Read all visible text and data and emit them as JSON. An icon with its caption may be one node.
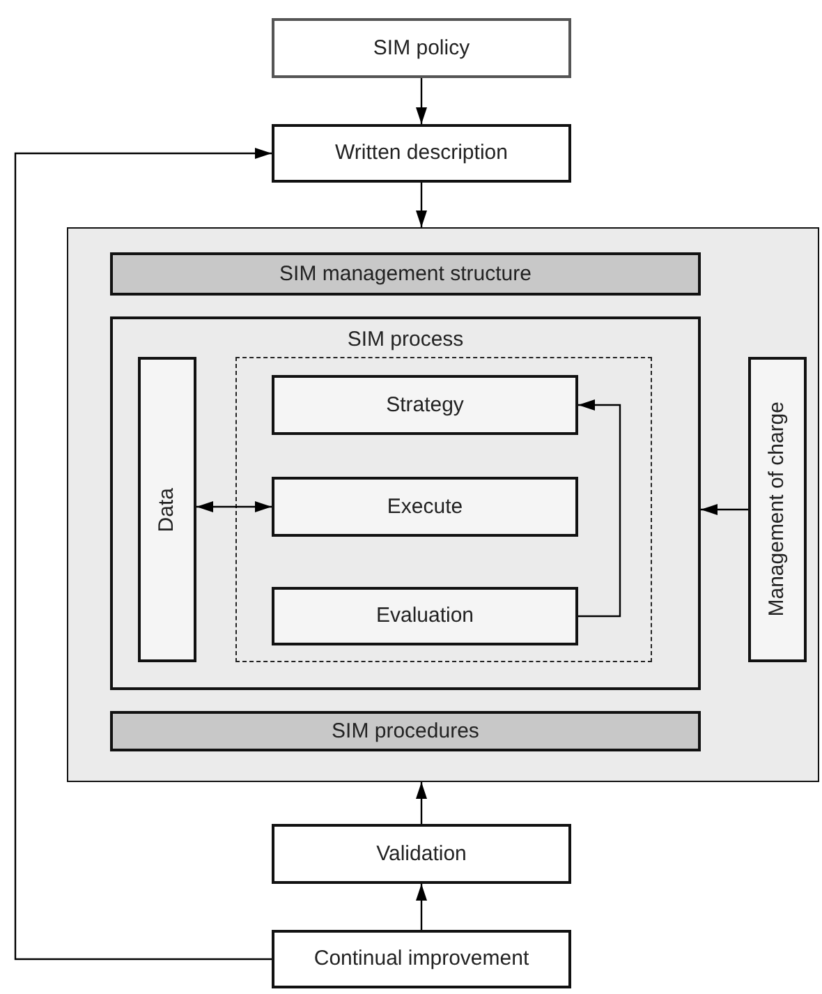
{
  "diagram": {
    "nodes": [
      {
        "text": [
          "SIM policy"
        ]
      },
      {
        "text": [
          "Written description"
        ]
      },
      {
        "text": [],
        "shape": "box"
      },
      {
        "text": [
          "SIM management structure"
        ],
        "in": 2
      },
      {
        "text": [
          "SIM process"
        ],
        "in": 2
      },
      {
        "text": [
          "Data"
        ],
        "in": 4
      },
      {
        "text": [],
        "shape": "box",
        "in": 4
      },
      {
        "text": [
          "Strategy"
        ],
        "in": 6
      },
      {
        "text": [
          "Execute"
        ],
        "in": 6
      },
      {
        "text": [
          "Evaluation"
        ],
        "in": 6
      },
      {
        "text": [
          "Management of charge"
        ],
        "in": 2
      },
      {
        "text": [
          "SIM procedures"
        ],
        "in": 2
      },
      {
        "text": [
          "Validation"
        ]
      },
      {
        "text": [
          "Continual improvement"
        ]
      }
    ],
    "edges": [
      {
        "from": 0,
        "to": 1,
        "arrow": "to"
      },
      {
        "from": 1,
        "to": 2,
        "arrow": "to"
      },
      {
        "from": 5,
        "to": 8,
        "arrow": "both"
      },
      {
        "from": 9,
        "to": 7,
        "arrow": "to"
      },
      {
        "from": 10,
        "to": 4,
        "arrow": "to"
      },
      {
        "from": 12,
        "to": 2,
        "arrow": "to"
      },
      {
        "from": 13,
        "to": 12,
        "arrow": "to"
      },
      {
        "from": 13,
        "to": 1,
        "arrow": "to"
      }
    ]
  }
}
